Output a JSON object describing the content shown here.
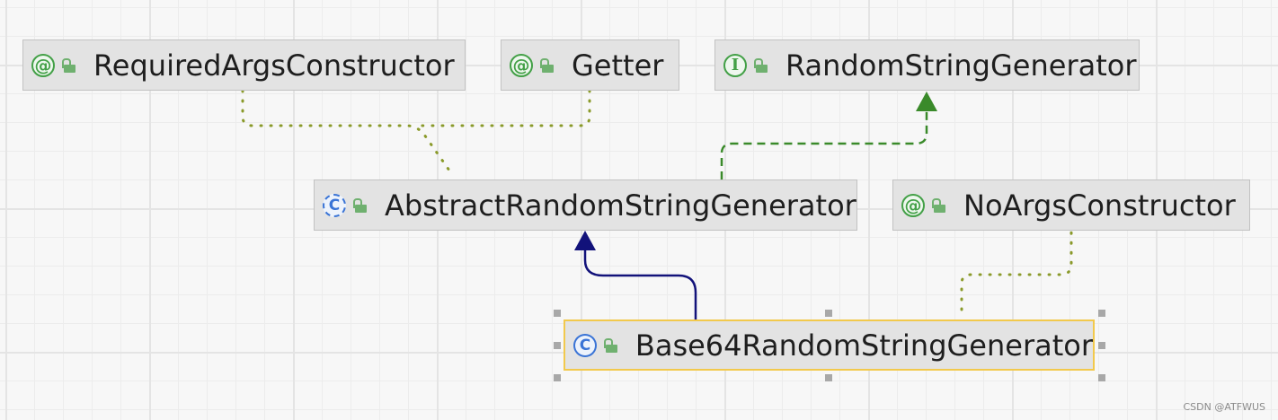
{
  "diagram": {
    "nodes": [
      {
        "id": "required_args_constructor",
        "label": "RequiredArgsConstructor",
        "kind": "annotation",
        "kind_glyph": "@",
        "visibility": "public"
      },
      {
        "id": "getter",
        "label": "Getter",
        "kind": "annotation",
        "kind_glyph": "@",
        "visibility": "public"
      },
      {
        "id": "random_string_generator",
        "label": "RandomStringGenerator",
        "kind": "interface",
        "kind_glyph": "I",
        "visibility": "public"
      },
      {
        "id": "abstract_random_string_generator",
        "label": "AbstractRandomStringGenerator",
        "kind": "abstract-class",
        "kind_glyph": "C",
        "visibility": "public"
      },
      {
        "id": "no_args_constructor",
        "label": "NoArgsConstructor",
        "kind": "annotation",
        "kind_glyph": "@",
        "visibility": "public"
      },
      {
        "id": "base64_random_string_generator",
        "label": "Base64RandomStringGenerator",
        "kind": "class",
        "kind_glyph": "C",
        "visibility": "public",
        "selected": true
      }
    ],
    "edges": [
      {
        "from": "abstract_random_string_generator",
        "to": "required_args_constructor",
        "type": "annotated-by",
        "color": "#8a9a2a"
      },
      {
        "from": "abstract_random_string_generator",
        "to": "getter",
        "type": "annotated-by",
        "color": "#8a9a2a"
      },
      {
        "from": "abstract_random_string_generator",
        "to": "random_string_generator",
        "type": "implements",
        "color": "#3a8a2a"
      },
      {
        "from": "base64_random_string_generator",
        "to": "abstract_random_string_generator",
        "type": "extends",
        "color": "#12127a"
      },
      {
        "from": "base64_random_string_generator",
        "to": "no_args_constructor",
        "type": "annotated-by",
        "color": "#8a9a2a"
      }
    ]
  },
  "watermark": "CSDN @ATFWUS"
}
